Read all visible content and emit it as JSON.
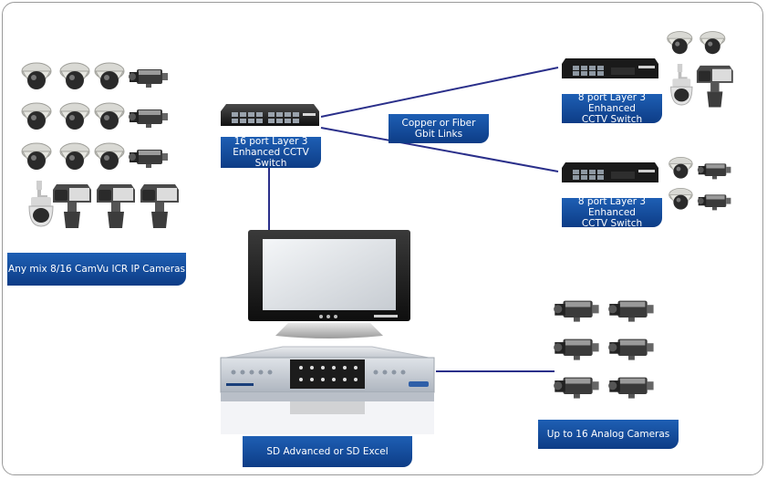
{
  "labels": {
    "ip_cameras": "Any mix 8/16 CamVu ICR IP Cameras",
    "switch16_line1": "16 port Layer 3",
    "switch16_line2": "Enhanced CCTV Switch",
    "links_line1": "Copper or Fiber",
    "links_line2": "Gbit Links",
    "switch8a_line1": "8 port Layer 3 Enhanced",
    "switch8a_line2": "CCTV Switch",
    "switch8b_line1": "8 port Layer 3 Enhanced",
    "switch8b_line2": "CCTV Switch",
    "analog_cameras": "Up to 16 Analog Cameras",
    "recorder": "SD Advanced or SD Excel"
  },
  "colors": {
    "link_line": "#2a2f8a",
    "label_blue": "#1a56a8"
  },
  "icons": {
    "dome": "dome-camera-icon",
    "box": "box-camera-icon",
    "ptz": "ptz-camera-icon",
    "housing": "outdoor-housing-camera-icon",
    "switch": "network-switch-icon",
    "monitor": "lcd-monitor-icon",
    "recorder": "dvr-recorder-icon"
  }
}
